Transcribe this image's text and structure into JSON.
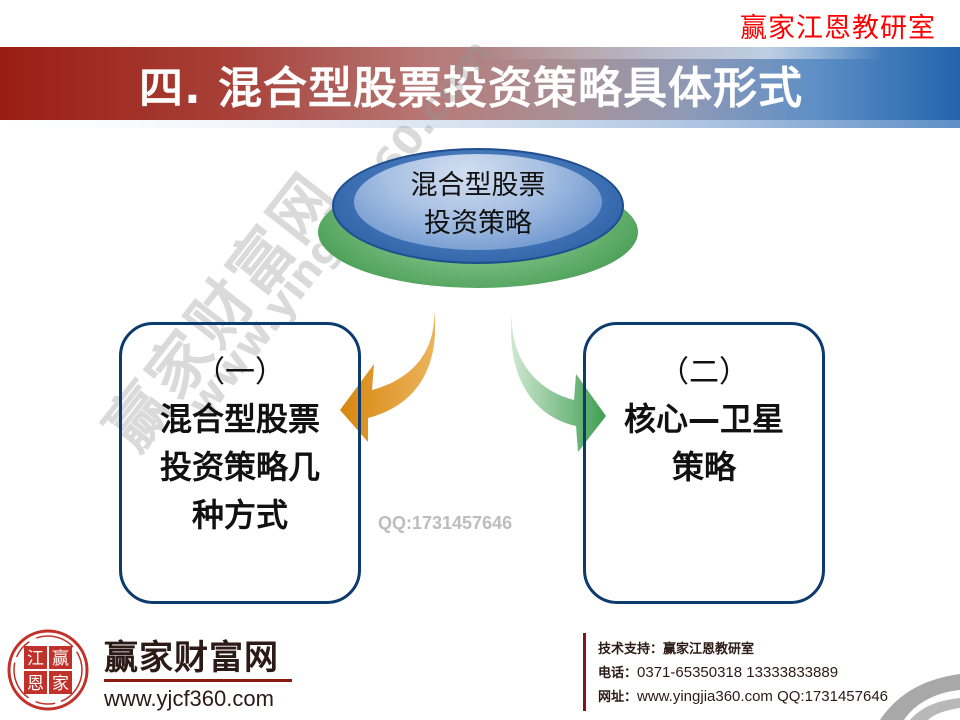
{
  "header": {
    "brand": "赢家江恩教研室",
    "title": "四. 混合型股票投资策略具体形式",
    "colors": {
      "banner_left": "#9a1d12",
      "banner_right": "#2264ad",
      "brand_text": "#ff0000"
    }
  },
  "diagram": {
    "center": {
      "line1": "混合型股票",
      "line2": "投资策略"
    },
    "left_box": {
      "number": "（一）",
      "line1": "混合型股票",
      "line2": "投资策略几",
      "line3": "种方式"
    },
    "right_box": {
      "number": "（二）",
      "line1": "核心—卫星",
      "line2": "策略"
    },
    "arrows": {
      "left_color": "#e09a2e",
      "right_color": "#4ca55c"
    }
  },
  "watermark": {
    "text_cn": "赢家财富网",
    "text_url": "www.yingjia360.com",
    "qq": "QQ:1731457646"
  },
  "footer": {
    "seal_chars": [
      "江",
      "赢",
      "恩",
      "家"
    ],
    "logo_name": "赢家财富网",
    "logo_url": "www.yjcf360.com",
    "support_label": "技术支持：",
    "support_value": "赢家江恩教研室",
    "phone_label": "电话：",
    "phone_value": "0371-65350318  13333833889",
    "site_label": "网址：",
    "site_value": "www.yingjia360.com  QQ:1731457646"
  }
}
